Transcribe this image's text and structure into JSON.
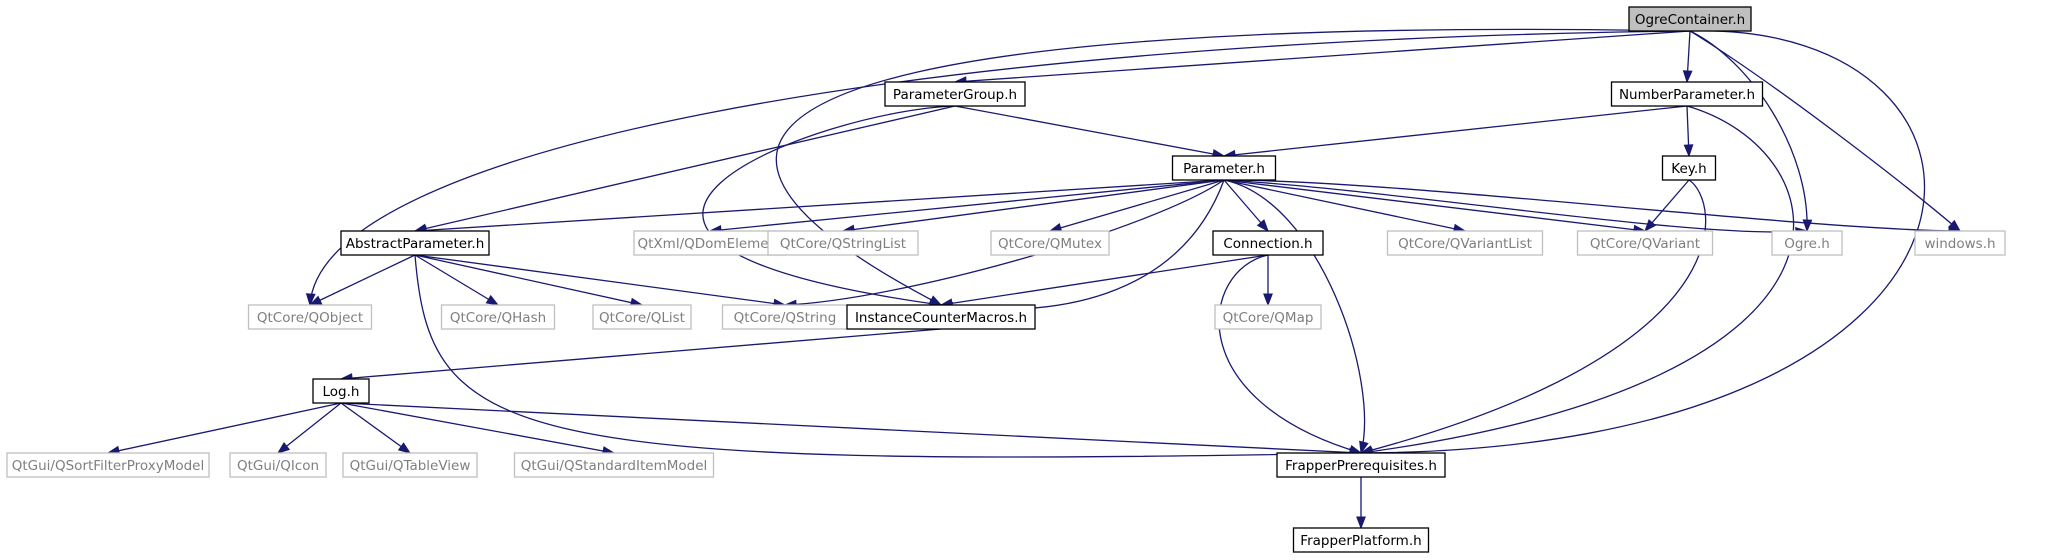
{
  "diagram": {
    "type": "include-dependency-graph",
    "colors": {
      "edge": "#191970",
      "internal_border": "#000000",
      "external_border": "#bfbfbf",
      "external_text": "#7f7f7f",
      "root_fill": "#bfbfbf",
      "node_fill": "#ffffff"
    },
    "nodes": [
      {
        "id": "ogre_container",
        "label": "OgreContainer.h",
        "kind": "root"
      },
      {
        "id": "parameter_group",
        "label": "ParameterGroup.h",
        "kind": "internal"
      },
      {
        "id": "number_parameter",
        "label": "NumberParameter.h",
        "kind": "internal"
      },
      {
        "id": "parameter",
        "label": "Parameter.h",
        "kind": "internal"
      },
      {
        "id": "key",
        "label": "Key.h",
        "kind": "internal"
      },
      {
        "id": "abstract_parameter",
        "label": "AbstractParameter.h",
        "kind": "internal"
      },
      {
        "id": "qdom_element",
        "label": "QtXml/QDomElement",
        "kind": "external"
      },
      {
        "id": "qstring_list",
        "label": "QtCore/QStringList",
        "kind": "external"
      },
      {
        "id": "qmutex",
        "label": "QtCore/QMutex",
        "kind": "external"
      },
      {
        "id": "connection",
        "label": "Connection.h",
        "kind": "internal"
      },
      {
        "id": "qvariant_list",
        "label": "QtCore/QVariantList",
        "kind": "external"
      },
      {
        "id": "qvariant",
        "label": "QtCore/QVariant",
        "kind": "external"
      },
      {
        "id": "ogre_h",
        "label": "Ogre.h",
        "kind": "external"
      },
      {
        "id": "windows_h",
        "label": "windows.h",
        "kind": "external"
      },
      {
        "id": "qobject",
        "label": "QtCore/QObject",
        "kind": "external"
      },
      {
        "id": "qhash",
        "label": "QtCore/QHash",
        "kind": "external"
      },
      {
        "id": "qlist",
        "label": "QtCore/QList",
        "kind": "external"
      },
      {
        "id": "qstring",
        "label": "QtCore/QString",
        "kind": "external"
      },
      {
        "id": "instance_counter",
        "label": "InstanceCounterMacros.h",
        "kind": "internal"
      },
      {
        "id": "qmap",
        "label": "QtCore/QMap",
        "kind": "external"
      },
      {
        "id": "log_h",
        "label": "Log.h",
        "kind": "internal"
      },
      {
        "id": "qsortfilter",
        "label": "QtGui/QSortFilterProxyModel",
        "kind": "external"
      },
      {
        "id": "qicon",
        "label": "QtGui/QIcon",
        "kind": "external"
      },
      {
        "id": "qtableview",
        "label": "QtGui/QTableView",
        "kind": "external"
      },
      {
        "id": "qstandarditem",
        "label": "QtGui/QStandardItemModel",
        "kind": "external"
      },
      {
        "id": "frapper_prereq",
        "label": "FrapperPrerequisites.h",
        "kind": "internal"
      },
      {
        "id": "frapper_platform",
        "label": "FrapperPlatform.h",
        "kind": "internal"
      }
    ],
    "edges": [
      [
        "ogre_container",
        "parameter_group"
      ],
      [
        "ogre_container",
        "number_parameter"
      ],
      [
        "ogre_container",
        "ogre_h"
      ],
      [
        "ogre_container",
        "windows_h"
      ],
      [
        "ogre_container",
        "frapper_prereq"
      ],
      [
        "ogre_container",
        "qobject"
      ],
      [
        "ogre_container",
        "instance_counter"
      ],
      [
        "parameter_group",
        "parameter"
      ],
      [
        "parameter_group",
        "abstract_parameter"
      ],
      [
        "parameter_group",
        "instance_counter"
      ],
      [
        "number_parameter",
        "parameter"
      ],
      [
        "number_parameter",
        "key"
      ],
      [
        "number_parameter",
        "frapper_prereq"
      ],
      [
        "key",
        "qvariant"
      ],
      [
        "key",
        "frapper_prereq"
      ],
      [
        "parameter",
        "abstract_parameter"
      ],
      [
        "parameter",
        "qdom_element"
      ],
      [
        "parameter",
        "qstring_list"
      ],
      [
        "parameter",
        "qmutex"
      ],
      [
        "parameter",
        "connection"
      ],
      [
        "parameter",
        "qvariant_list"
      ],
      [
        "parameter",
        "qvariant"
      ],
      [
        "parameter",
        "ogre_h"
      ],
      [
        "parameter",
        "windows_h"
      ],
      [
        "parameter",
        "qstring"
      ],
      [
        "parameter",
        "instance_counter"
      ],
      [
        "parameter",
        "frapper_prereq"
      ],
      [
        "abstract_parameter",
        "qobject"
      ],
      [
        "abstract_parameter",
        "qhash"
      ],
      [
        "abstract_parameter",
        "qlist"
      ],
      [
        "abstract_parameter",
        "qstring"
      ],
      [
        "abstract_parameter",
        "frapper_prereq"
      ],
      [
        "connection",
        "qmap"
      ],
      [
        "connection",
        "instance_counter"
      ],
      [
        "connection",
        "frapper_prereq"
      ],
      [
        "instance_counter",
        "log_h"
      ],
      [
        "log_h",
        "qsortfilter"
      ],
      [
        "log_h",
        "qicon"
      ],
      [
        "log_h",
        "qtableview"
      ],
      [
        "log_h",
        "qstandarditem"
      ],
      [
        "log_h",
        "frapper_prereq"
      ],
      [
        "frapper_prereq",
        "frapper_platform"
      ]
    ]
  }
}
